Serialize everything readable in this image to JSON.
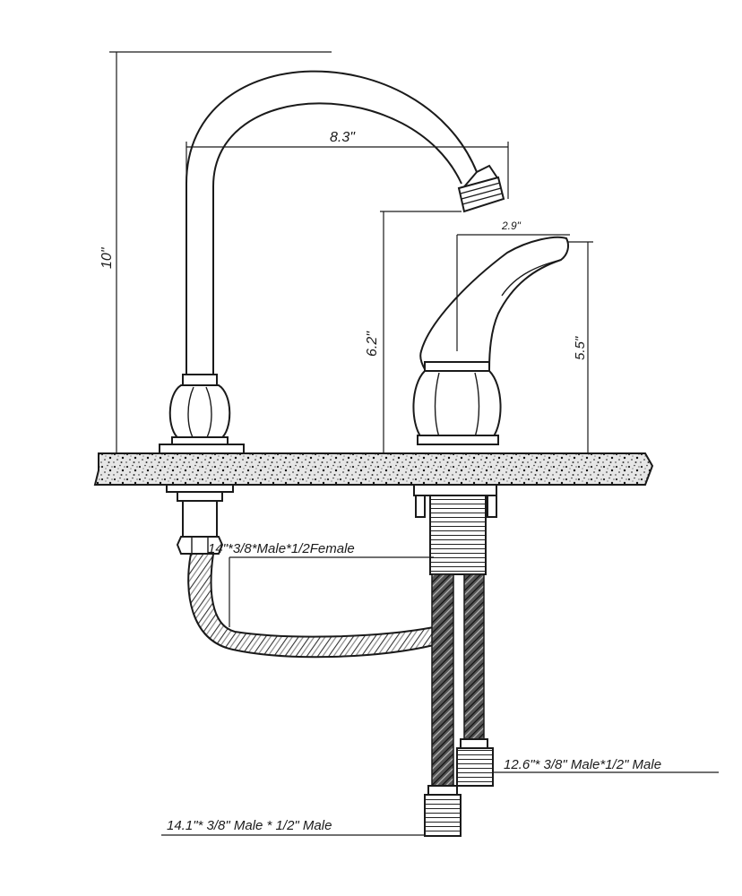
{
  "dimensions": {
    "total_height": "10\"",
    "spout_reach": "8.3\"",
    "spout_height": "6.2\"",
    "handle_reach": "2.9\"",
    "handle_height": "5.5\""
  },
  "hoses": {
    "spout_hose": "14\"*3/8*Male*1/2Female",
    "hose_short": "12.6\"* 3/8\" Male*1/2\" Male",
    "hose_long": "14.1\"* 3/8\" Male  * 1/2\" Male"
  },
  "colors": {
    "line": "#1a1a1a",
    "background": "#ffffff",
    "countertop": "#d9d9d9"
  }
}
